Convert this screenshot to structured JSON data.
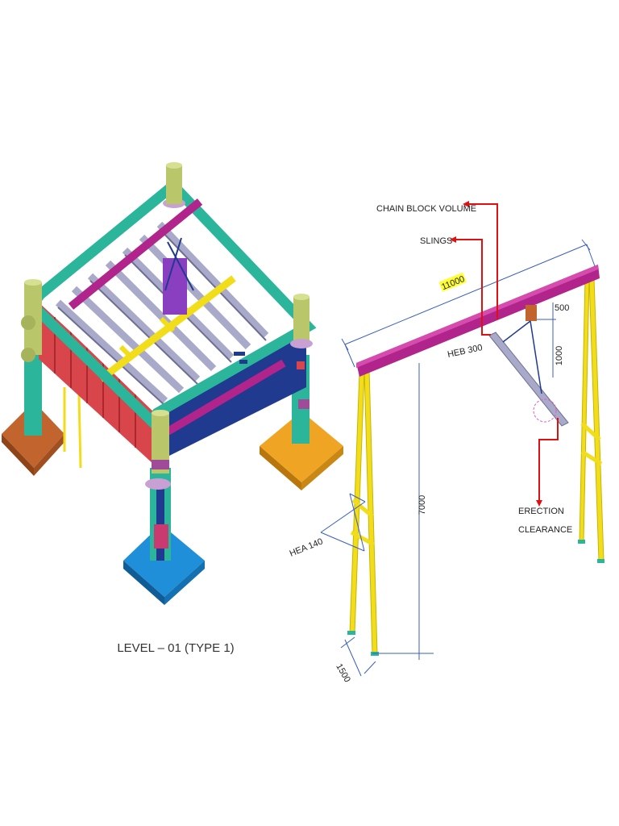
{
  "left_drawing": {
    "caption": "LEVEL – 01 (TYPE 1)"
  },
  "right_drawing": {
    "span_dim": "11000",
    "height_dim": "7000",
    "base_dim": "1500",
    "offset_dim": "500",
    "drop_dim": "1000",
    "beam_label": "HEB 300",
    "leg_label": "HEA 140",
    "chain_block_label": "CHAIN BLOCK VOLUME",
    "slings_label": "SLINGS",
    "erection_label_line1": "ERECTION",
    "erection_label_line2": "CLEARANCE"
  },
  "colors": {
    "teal": "#2bb59a",
    "magenta": "#b0248c",
    "purple": "#8a3fc0",
    "grey_beam": "#a9a9c9",
    "yellow": "#f2dd1a",
    "olive": "#b9c66a",
    "red_panel": "#d8454a",
    "navy": "#1f3a8f",
    "orange_pad": "#f0a424",
    "brown_pad": "#c1642e",
    "blue_pad": "#1e8fd8",
    "arrow_red": "#e01010",
    "dim_blue": "#3a5fbf"
  }
}
